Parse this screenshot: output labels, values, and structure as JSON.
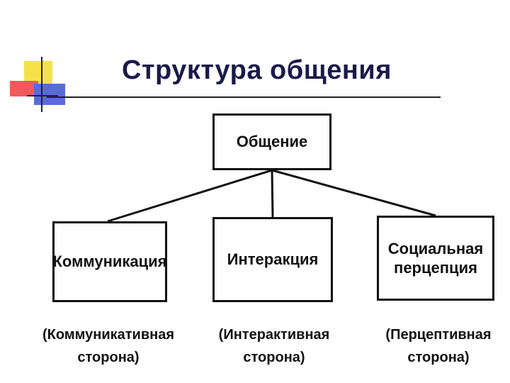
{
  "title": "Структура общения",
  "diagram": {
    "root": {
      "label": "Общение"
    },
    "children": [
      {
        "label": "Коммуникация",
        "caption": "(Коммуникативная\nсторона)"
      },
      {
        "label": "Интеракция",
        "caption": "(Интерактивная\nсторона)"
      },
      {
        "label": "Социальная\nперцепция",
        "caption": "(Перцептивная\nсторона)"
      }
    ]
  },
  "colors": {
    "title": "#1a1a4a",
    "deco_yellow": "#f7e14a",
    "deco_red": "#ef5a5a",
    "deco_blue": "#5a6bd6"
  }
}
